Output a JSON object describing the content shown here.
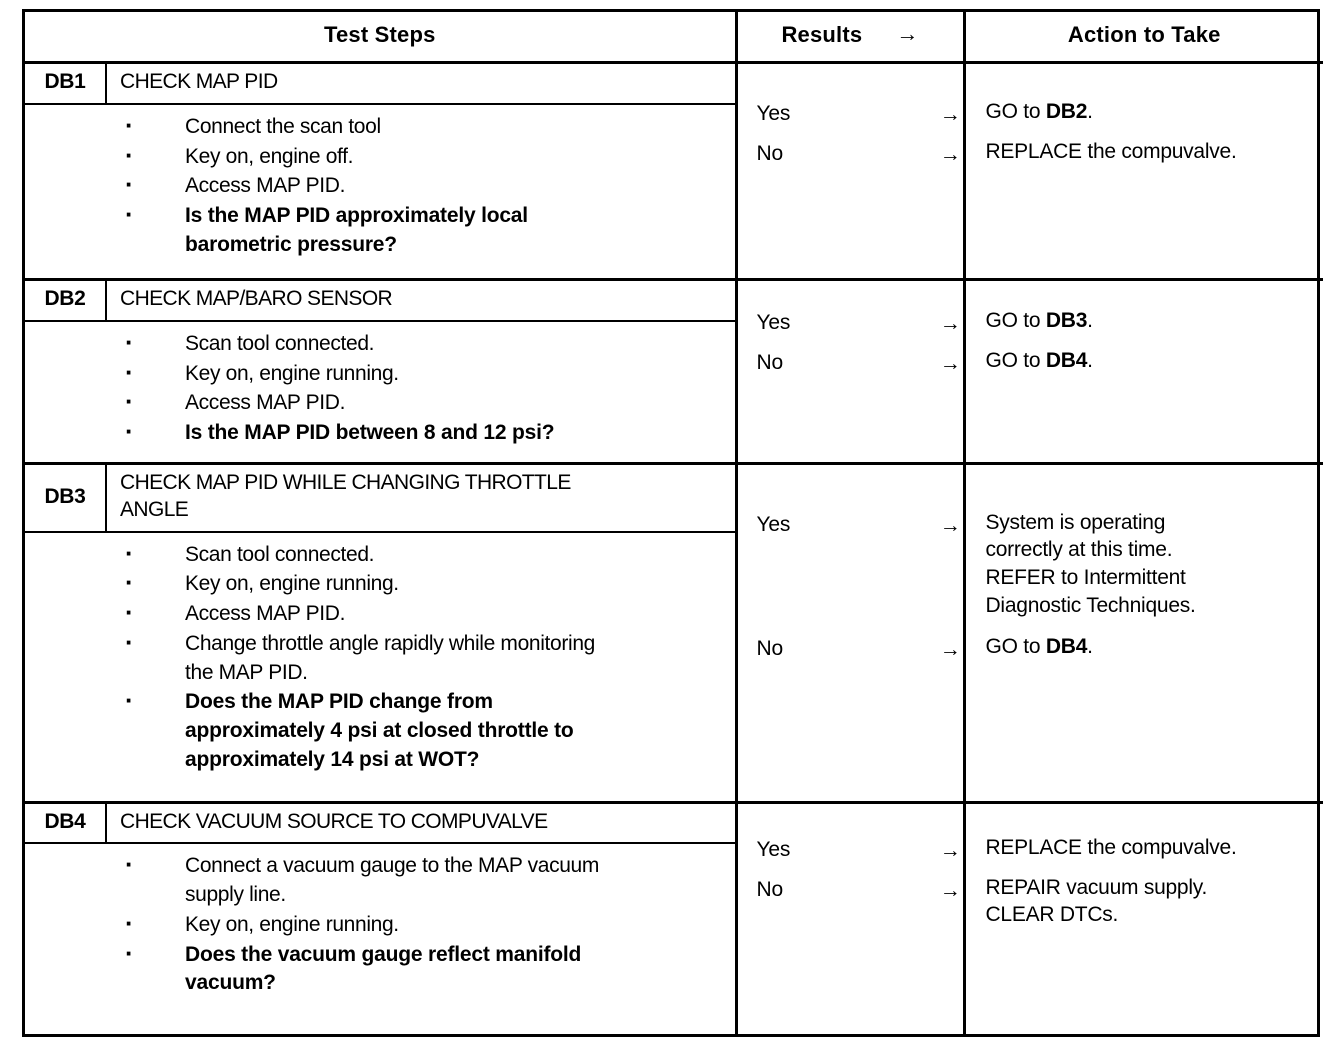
{
  "table": {
    "headers": {
      "test_steps": "Test Steps",
      "results": "Results",
      "results_arrow": "→",
      "action_to_take": "Action to Take"
    },
    "arrow_glyph": "→",
    "bullet_glyph": "·",
    "sections": [
      {
        "id": "DB1",
        "title": "CHECK MAP PID",
        "steps": [
          {
            "text": "Connect the scan tool",
            "bold": false
          },
          {
            "text": "Key on, engine off.",
            "bold": false
          },
          {
            "text": "Access MAP PID.",
            "bold": false
          },
          {
            "text": "Is the MAP PID approximately local\nbarometric  pressure?",
            "bold": true
          }
        ],
        "results": [
          {
            "label": "Yes",
            "arrow": "→",
            "action_pre": "GO to ",
            "action_bold": "DB2",
            "action_post": "."
          },
          {
            "label": "No",
            "arrow": "→",
            "action_pre": "REPLACE the compuvalve.",
            "action_bold": "",
            "action_post": ""
          }
        ]
      },
      {
        "id": "DB2",
        "title": "CHECK MAP/BARO SENSOR",
        "steps": [
          {
            "text": "Scan tool connected.",
            "bold": false
          },
          {
            "text": "Key on, engine running.",
            "bold": false
          },
          {
            "text": "Access MAP PID.",
            "bold": false
          },
          {
            "text": "Is the MAP PID between 8 and 12 psi?",
            "bold": true
          }
        ],
        "results": [
          {
            "label": "Yes",
            "arrow": "→",
            "action_pre": "GO to ",
            "action_bold": "DB3",
            "action_post": "."
          },
          {
            "label": "No",
            "arrow": "→",
            "action_pre": "GO to ",
            "action_bold": "DB4",
            "action_post": "."
          }
        ]
      },
      {
        "id": "DB3",
        "title": "CHECK MAP PID WHILE CHANGING THROTTLE\nANGLE",
        "steps": [
          {
            "text": "Scan tool connected.",
            "bold": false
          },
          {
            "text": "Key on, engine running.",
            "bold": false
          },
          {
            "text": "Access MAP PID.",
            "bold": false
          },
          {
            "text": "Change throttle angle rapidly while monitoring\nthe MAP PID.",
            "bold": false
          },
          {
            "text": "Does the MAP PID change from\napproximately 4 psi at closed throttle to\napproximately 14 psi at WOT?",
            "bold": true
          }
        ],
        "results": [
          {
            "label": "Yes",
            "arrow": "→",
            "action_pre": "System is operating\ncorrectly at this time.\nREFER to Intermittent\nDiagnostic  Techniques.",
            "action_bold": "",
            "action_post": ""
          },
          {
            "label": "No",
            "arrow": "→",
            "action_pre": "GO to ",
            "action_bold": "DB4",
            "action_post": "."
          }
        ]
      },
      {
        "id": "DB4",
        "title": "CHECK VACUUM SOURCE TO COMPUVALVE",
        "steps": [
          {
            "text": "Connect a vacuum gauge to the MAP vacuum\nsupply line.",
            "bold": false
          },
          {
            "text": "Key on, engine running.",
            "bold": false
          },
          {
            "text": "Does the vacuum gauge reflect manifold\nvacuum?",
            "bold": true
          }
        ],
        "results": [
          {
            "label": "Yes",
            "arrow": "→",
            "action_pre": "REPLACE the compuvalve.",
            "action_bold": "",
            "action_post": ""
          },
          {
            "label": "No",
            "arrow": "→",
            "action_pre": "REPAIR vacuum supply.\nCLEAR DTCs.",
            "action_bold": "",
            "action_post": ""
          }
        ]
      }
    ]
  },
  "colors": {
    "ink": "#000000",
    "paper": "#ffffff"
  }
}
